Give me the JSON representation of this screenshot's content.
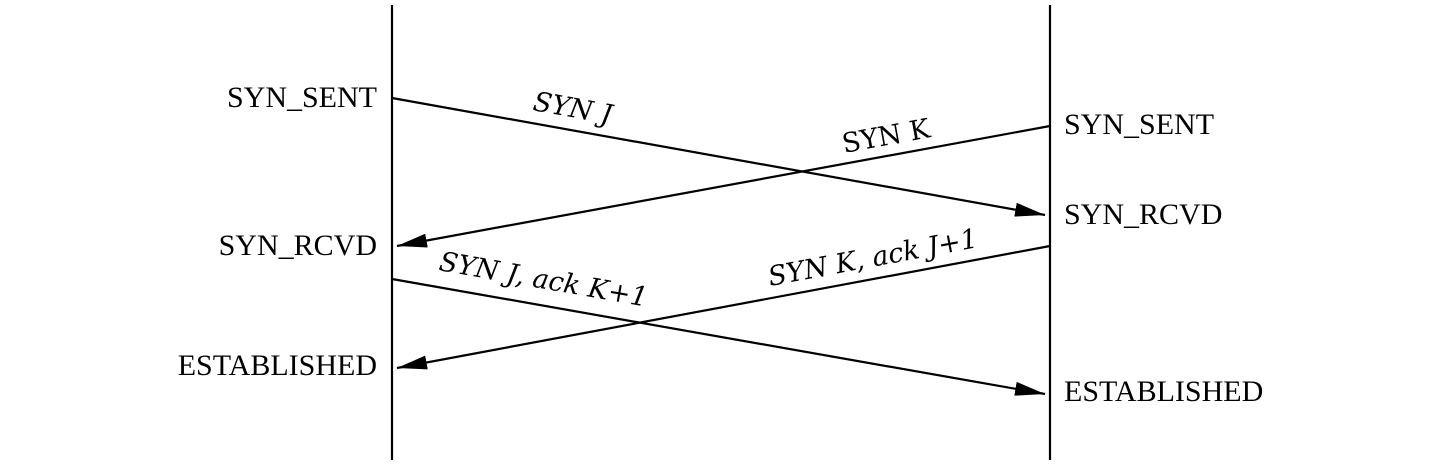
{
  "left_states": {
    "syn_sent": "SYN_SENT",
    "syn_rcvd": "SYN_RCVD",
    "established": "ESTABLISHED"
  },
  "right_states": {
    "syn_sent": "SYN_SENT",
    "syn_rcvd": "SYN_RCVD",
    "established": "ESTABLISHED"
  },
  "messages": {
    "syn_j": "SYN J",
    "syn_k": "SYN K",
    "syn_k_ack": "SYN K, ack J+1",
    "syn_j_ack": "SYN J, ack K+1"
  }
}
